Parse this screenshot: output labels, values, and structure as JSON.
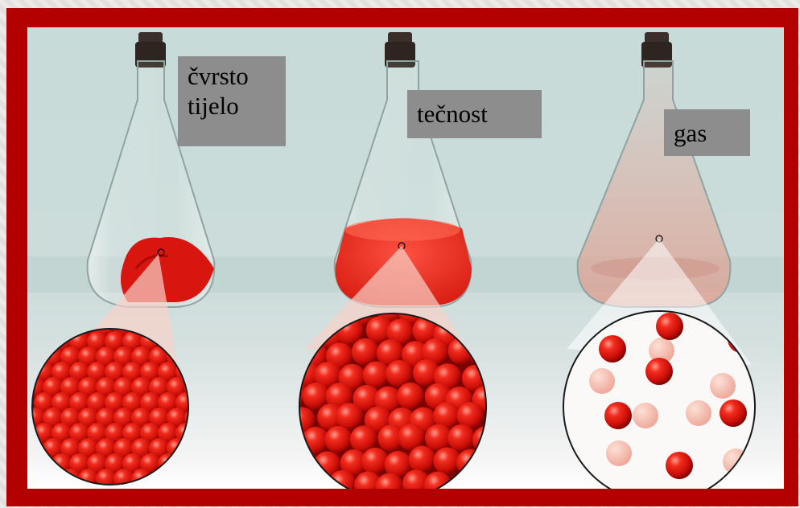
{
  "labels": {
    "solid": [
      "čvrsto",
      "tijelo"
    ],
    "liquid": "tečnost",
    "gas": "gas"
  },
  "colors": {
    "frame": "#b30000",
    "background": "#c9dbd8",
    "label_box": "#8d8d8d",
    "particle": "#d8150f"
  },
  "icons": [
    "flask-solid",
    "flask-liquid",
    "flask-gas",
    "cork-icon",
    "particle-sphere"
  ]
}
